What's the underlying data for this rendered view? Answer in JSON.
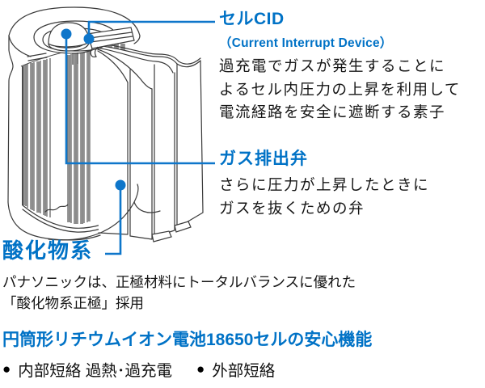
{
  "colors": {
    "heading_blue": "#0072c6",
    "callout_blue": "#0e76ca",
    "body_text": "#161616",
    "line_art": "#3a3a3a"
  },
  "diagram": {
    "name": "cylindrical-18650-battery-cutaway",
    "callout_dots": [
      "cell-cid-dot",
      "gas-vent-dot",
      "oxide-cathode-dot"
    ]
  },
  "callouts": {
    "cid": {
      "title": "セルCID",
      "subtitle": "（Current Interrupt Device）",
      "lines": [
        "過充電でガスが発生することに",
        "よるセル内圧力の上昇を利用して",
        "電流経路を安全に遮断する素子"
      ]
    },
    "vent": {
      "title": "ガス排出弁",
      "lines": [
        "さらに圧力が上昇したときに",
        "ガスを抜くための弁"
      ]
    },
    "oxide": {
      "title": "酸化物系",
      "lines": [
        "パナソニックは、正極材料にトータルバランスに優れた",
        "「酸化物系正極」採用"
      ]
    }
  },
  "footer": {
    "title": "円筒形リチウムイオン電池18650セルの安心機能",
    "items": [
      {
        "bullet": "●",
        "label": "内部短絡 過熱･過充電"
      },
      {
        "bullet": "●",
        "label": "外部短絡"
      }
    ]
  }
}
